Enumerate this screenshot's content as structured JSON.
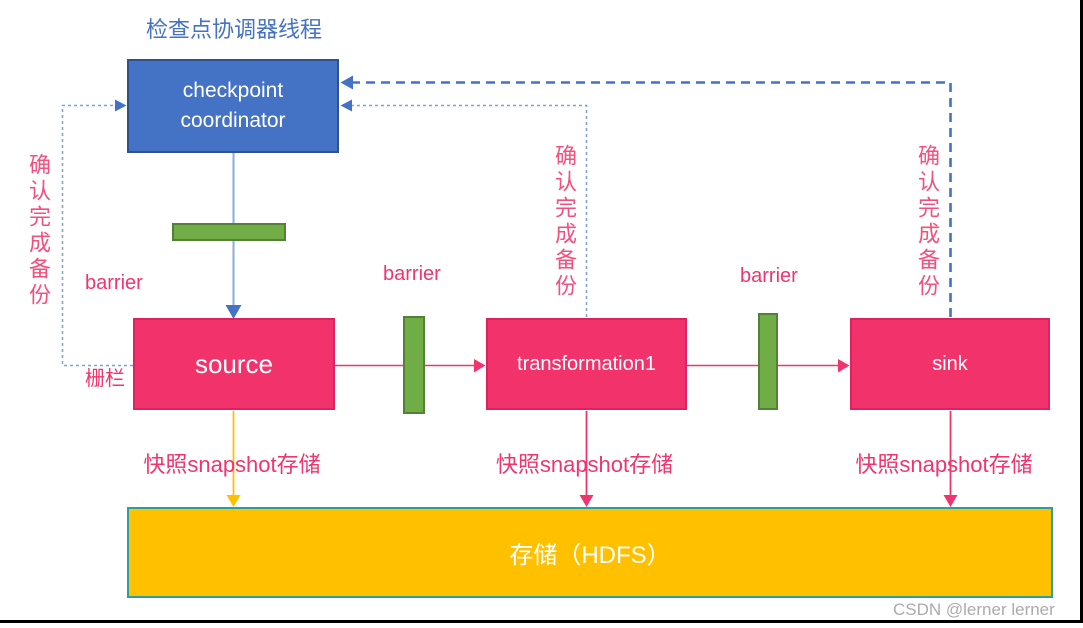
{
  "title": "检查点协调器线程",
  "nodes": {
    "coordinator": {
      "line1": "checkpoint",
      "line2": "coordinator"
    },
    "source": "source",
    "transformation1": "transformation1",
    "sink": "sink",
    "storage": "存储（HDFS）"
  },
  "labels": {
    "barrier_cn_line1": "barrier",
    "barrier_cn_line2": "栅栏",
    "barrier": "barrier",
    "ack": "确认完成备份",
    "snapshot": "快照snapshot存储"
  },
  "watermark": "CSDN @lerner lerner",
  "colors": {
    "node_blue": "#4472C4",
    "node_blue_border": "#2F528F",
    "node_pink": "#F2336B",
    "node_pink_border": "#DE2261",
    "barrier_green": "#70AD47",
    "barrier_green_border": "#538135",
    "storage_orange": "#FFC000",
    "storage_border_teal": "#2BA09A",
    "pink_text": "#F2507D",
    "blue_text": "#4472C4",
    "yellow_arrow": "#FFC000",
    "light_blue_line": "#8FAADC",
    "dotted_blue_line": "#7F9FD8"
  }
}
